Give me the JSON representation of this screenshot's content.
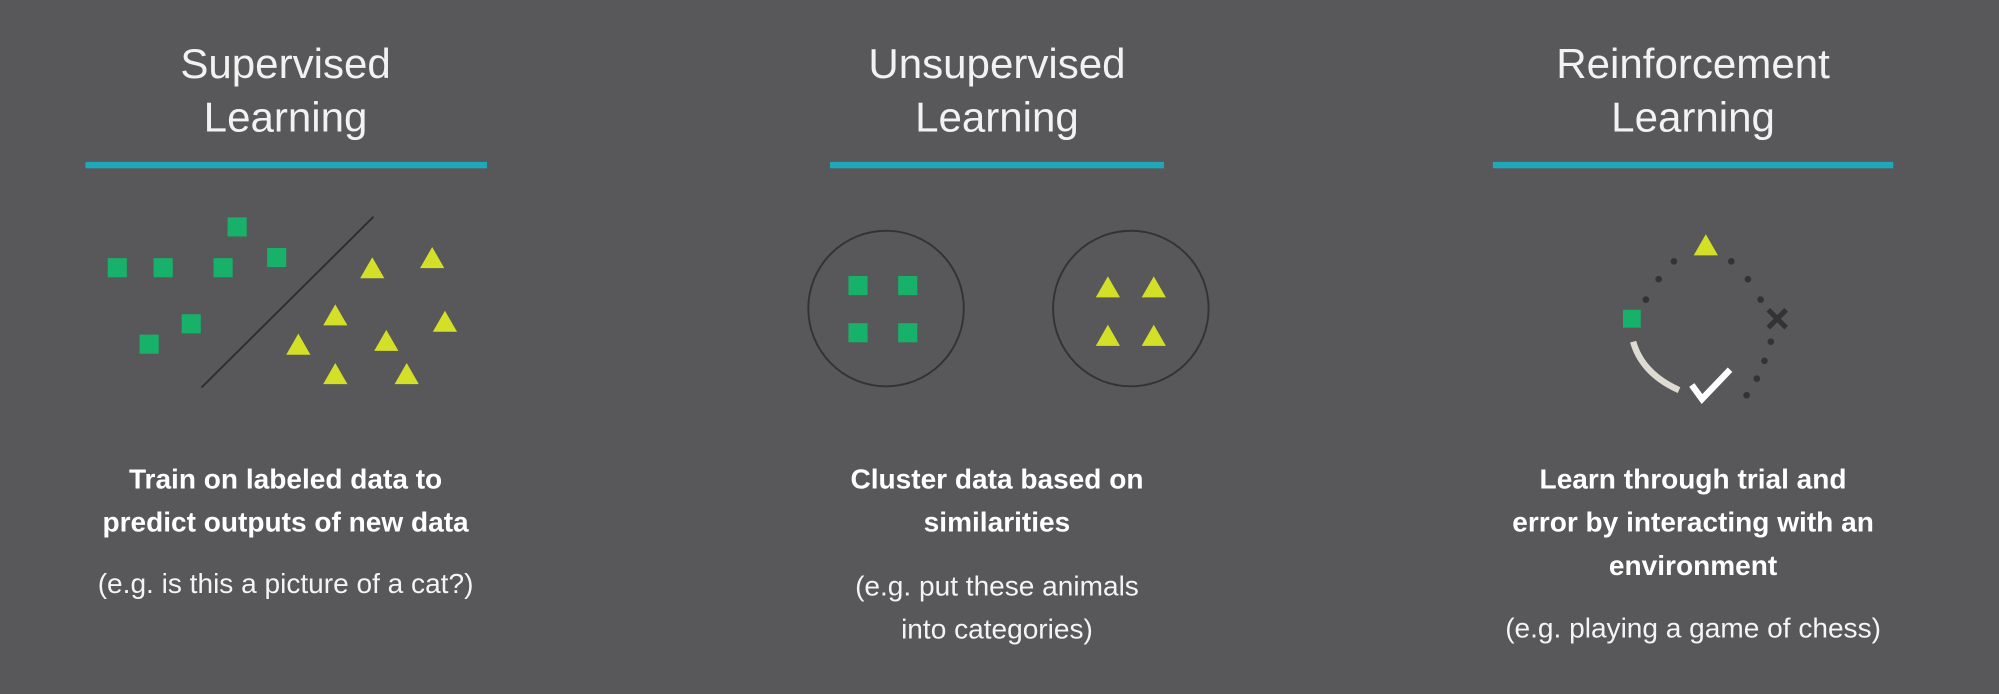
{
  "colors": {
    "background": "#58585a",
    "accent": "#1ea8b9",
    "square": "#17b169",
    "triangle": "#d4df28",
    "outline": "#333333",
    "arc": "#dedbd2",
    "check": "#ffffff"
  },
  "columns": [
    {
      "title_line1": "Supervised",
      "title_line2": "Learning",
      "desc_line1": "Train on labeled data to",
      "desc_line2": "predict outputs of new data",
      "example": "(e.g. is this a picture of a cat?)"
    },
    {
      "title_line1": "Unsupervised",
      "title_line2": "Learning",
      "desc_line1": "Cluster data based on",
      "desc_line2": "similarities",
      "example_line1": "(e.g. put these animals",
      "example_line2": "into categories)"
    },
    {
      "title_line1": "Reinforcement",
      "title_line2": "Learning",
      "desc_line1": "Learn through trial and",
      "desc_line2": "error by interacting with an",
      "desc_line3": "environment",
      "example": "(e.g. playing a game of chess)"
    }
  ]
}
